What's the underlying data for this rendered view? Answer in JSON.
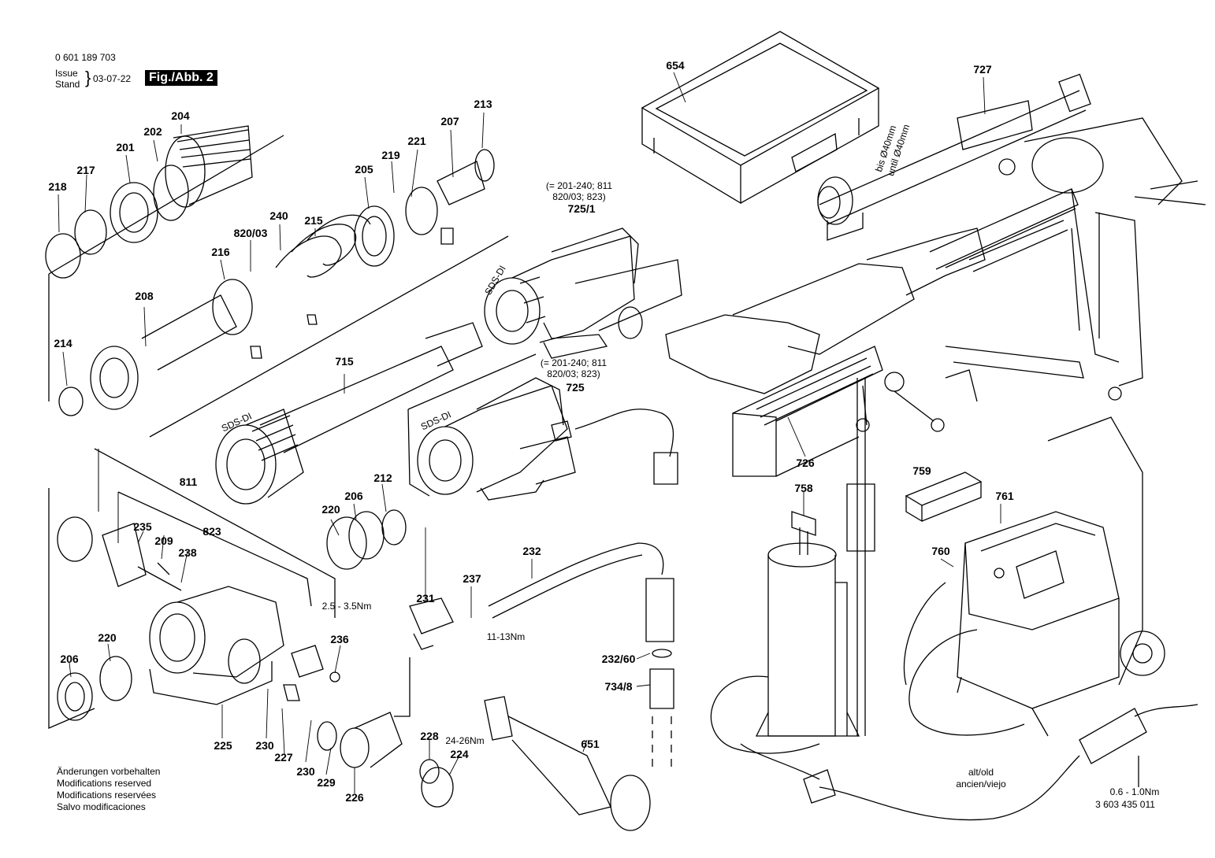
{
  "header": {
    "doc_number": "0 601 189 703",
    "issue_label": "Issue",
    "stand_label": "Stand",
    "date": "03-07-22",
    "figure_label": "Fig./Abb. 2"
  },
  "notes": [
    "Änderungen vorbehalten",
    "Modifications reserved",
    "Modifications reservées",
    "Salvo modificaciones"
  ],
  "part_labels": [
    {
      "id": "p654",
      "text": "654"
    },
    {
      "id": "p727",
      "text": "727"
    },
    {
      "id": "p213",
      "text": "213"
    },
    {
      "id": "p207",
      "text": "207"
    },
    {
      "id": "p221",
      "text": "221"
    },
    {
      "id": "p219",
      "text": "219"
    },
    {
      "id": "p205",
      "text": "205"
    },
    {
      "id": "p204",
      "text": "204"
    },
    {
      "id": "p202",
      "text": "202"
    },
    {
      "id": "p201",
      "text": "201"
    },
    {
      "id": "p217",
      "text": "217"
    },
    {
      "id": "p218",
      "text": "218"
    },
    {
      "id": "p215",
      "text": "215"
    },
    {
      "id": "p240",
      "text": "240"
    },
    {
      "id": "p820_03",
      "text": "820/03"
    },
    {
      "id": "p216",
      "text": "216"
    },
    {
      "id": "p208",
      "text": "208"
    },
    {
      "id": "p214",
      "text": "214"
    },
    {
      "id": "p725_1",
      "text": "725/1"
    },
    {
      "id": "p715",
      "text": "715"
    },
    {
      "id": "p725",
      "text": "725"
    },
    {
      "id": "p726",
      "text": "726"
    },
    {
      "id": "p811",
      "text": "811"
    },
    {
      "id": "p235",
      "text": "235"
    },
    {
      "id": "p209",
      "text": "209"
    },
    {
      "id": "p238",
      "text": "238"
    },
    {
      "id": "p823",
      "text": "823"
    },
    {
      "id": "p220a",
      "text": "220"
    },
    {
      "id": "p206a",
      "text": "206"
    },
    {
      "id": "p212",
      "text": "212"
    },
    {
      "id": "p758",
      "text": "758"
    },
    {
      "id": "p759",
      "text": "759"
    },
    {
      "id": "p761",
      "text": "761"
    },
    {
      "id": "p760",
      "text": "760"
    },
    {
      "id": "p232",
      "text": "232"
    },
    {
      "id": "p231",
      "text": "231"
    },
    {
      "id": "p237",
      "text": "237"
    },
    {
      "id": "p236",
      "text": "236"
    },
    {
      "id": "p232_60",
      "text": "232/60"
    },
    {
      "id": "p734_8",
      "text": "734/8"
    },
    {
      "id": "p220b",
      "text": "220"
    },
    {
      "id": "p206b",
      "text": "206"
    },
    {
      "id": "p225",
      "text": "225"
    },
    {
      "id": "p230a",
      "text": "230"
    },
    {
      "id": "p227",
      "text": "227"
    },
    {
      "id": "p230b",
      "text": "230"
    },
    {
      "id": "p229",
      "text": "229"
    },
    {
      "id": "p226",
      "text": "226"
    },
    {
      "id": "p228",
      "text": "228"
    },
    {
      "id": "p224",
      "text": "224"
    },
    {
      "id": "p651",
      "text": "651"
    }
  ],
  "annotations": [
    {
      "id": "a_ref1_l1",
      "text": "(= 201-240; 811"
    },
    {
      "id": "a_ref1_l2",
      "text": "820/03; 823)"
    },
    {
      "id": "a_ref2_l1",
      "text": "(= 201-240; 811"
    },
    {
      "id": "a_ref2_l2",
      "text": "820/03; 823)"
    },
    {
      "id": "a_sds1",
      "text": "SDS-DI"
    },
    {
      "id": "a_sds2",
      "text": "SDS-DI"
    },
    {
      "id": "a_sds3",
      "text": "SDS-DI"
    },
    {
      "id": "a_bis",
      "text": "bis Ø40mm"
    },
    {
      "id": "a_until",
      "text": "until Ø40mm"
    },
    {
      "id": "a_torque1",
      "text": "2.5 - 3.5Nm"
    },
    {
      "id": "a_torque2",
      "text": "11-13Nm"
    },
    {
      "id": "a_torque3",
      "text": "24-26Nm"
    },
    {
      "id": "a_torque4",
      "text": "0.6 - 1.0Nm"
    },
    {
      "id": "a_old1",
      "text": "alt/old"
    },
    {
      "id": "a_old2",
      "text": "ancien/viejo"
    },
    {
      "id": "a_code",
      "text": "3 603 435 011"
    }
  ]
}
